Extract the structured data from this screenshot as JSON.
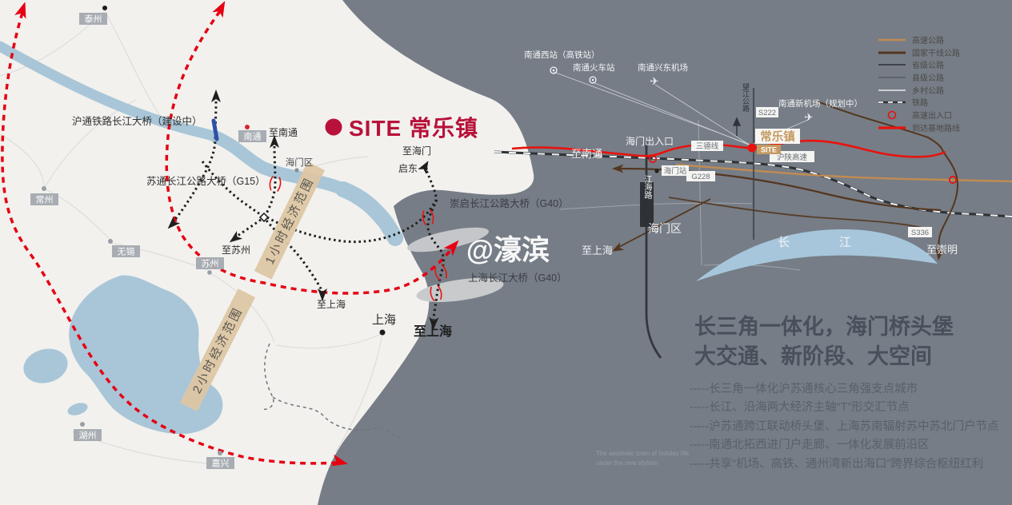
{
  "colors": {
    "background": "#767d86",
    "land": "#f2f1ee",
    "water": "#a9c6d8",
    "accent_red": "#e60012",
    "site_crimson": "#b8113a",
    "banner_tan": "#dcc6a3",
    "highway_tan": "#c08b52",
    "national_road_brown": "#54361f",
    "railway_dark": "#2f3338"
  },
  "left_map": {
    "site_title": "SITE 常乐镇",
    "watermark": "@濠滨",
    "bridges": {
      "hutong_rail": "沪通铁路长江大桥（建设中）",
      "sutong": "苏通长江公路大桥（G15）",
      "chongqi": "崇启长江公路大桥（G40）",
      "shanghai": "上海长江大桥（G40）"
    },
    "banners": {
      "one_hour": "1小时经济范围",
      "two_hour": "2小时经济范围"
    },
    "cities": {
      "taizhou": "泰州",
      "nantong": "南通",
      "changzhou": "常州",
      "wuxi": "无锡",
      "suzhou": "苏州",
      "huzhou": "湖州",
      "jiaxing": "嘉兴",
      "shanghai": "上海",
      "qidong": "启东",
      "haimen_district": "海门区"
    },
    "directions": {
      "to_nantong": "至南通",
      "to_haimen": "至海门",
      "to_suzhou": "至苏州",
      "to_shanghai_small": "至上海",
      "to_shanghai_bold": "至上海"
    }
  },
  "right_map": {
    "site_name": "常乐镇",
    "site_tag": "SITE",
    "stations": {
      "west": "南通西站（高铁站）",
      "railway": "南通火车站",
      "xingdong": "南通兴东机场",
      "new_airport": "南通新机场（规划中）"
    },
    "roads": {
      "s222": "S222",
      "sande": "三德线",
      "g228": "G228",
      "hushan": "沪陕高速",
      "s336": "S336",
      "jianghai": "江海路",
      "wangjiang": "望江公路"
    },
    "places": {
      "haimen_exit": "海门出入口",
      "haimen_station": "海门站",
      "haimen_district": "海门区",
      "yangtze": "长江",
      "to_nantong": "至南通",
      "to_shanghai": "至上海",
      "to_chongming": "至崇明"
    }
  },
  "legend": {
    "items": [
      {
        "label": "高速公路"
      },
      {
        "label": "国家干线公路"
      },
      {
        "label": "省级公路"
      },
      {
        "label": "县级公路"
      },
      {
        "label": "乡村公路"
      },
      {
        "label": "铁路"
      },
      {
        "label": "高速出入口"
      },
      {
        "label": "到达基地路线"
      }
    ]
  },
  "info": {
    "heading_line1": "长三角一体化，海门桥头堡",
    "heading_line2": "大交通、新阶段、大空间",
    "bullets": [
      "-----长三角一体化沪苏通核心三角强支点城市",
      "-----长江、沿海两大经济主轴“T”形交汇节点",
      "-----沪苏通跨江联动桥头堡、上海苏南辐射苏中苏北门户节点",
      "-----南通北拓西进门户走廊、一体化发展前沿区",
      "-----共享“机场、高铁、通州湾新出海口”跨界综合枢纽红利"
    ],
    "tagline_line1": "The aesthetic town of holiday life",
    "tagline_line2": "under the new stylism"
  }
}
